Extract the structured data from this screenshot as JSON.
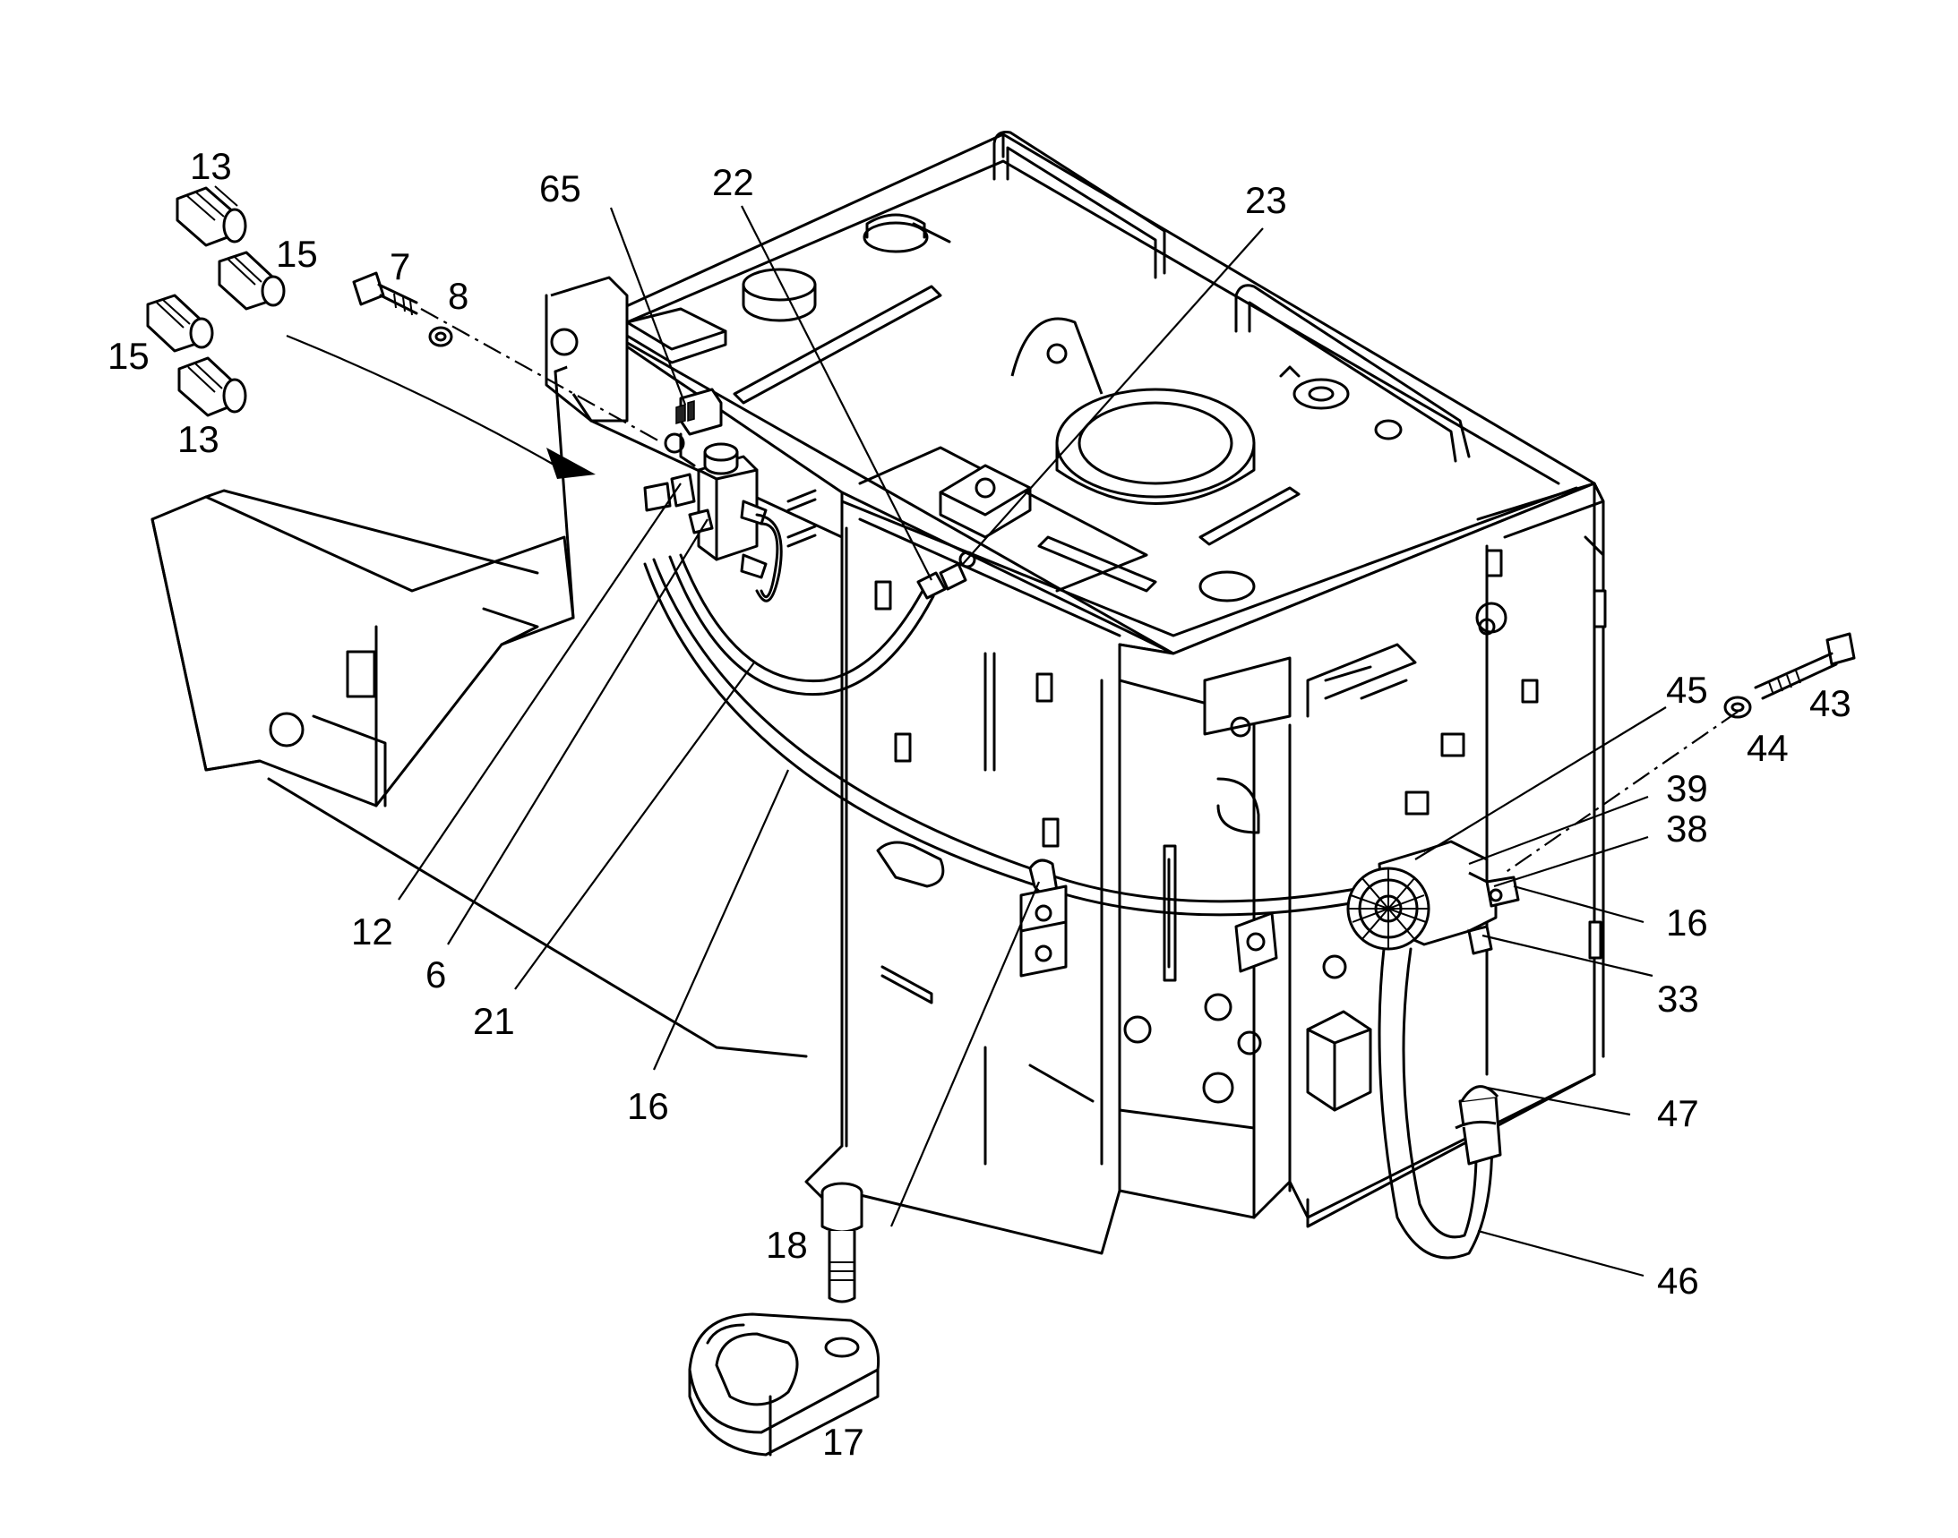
{
  "callouts": [
    {
      "id": "c13a",
      "name": "callout-13-top",
      "text": "13"
    },
    {
      "id": "c15a",
      "name": "callout-15-right",
      "text": "15"
    },
    {
      "id": "c15b",
      "name": "callout-15-left",
      "text": "15"
    },
    {
      "id": "c13b",
      "name": "callout-13-bottom",
      "text": "13"
    },
    {
      "id": "c7",
      "name": "callout-7",
      "text": "7"
    },
    {
      "id": "c8",
      "name": "callout-8",
      "text": "8"
    },
    {
      "id": "c65",
      "name": "callout-65",
      "text": "65"
    },
    {
      "id": "c22",
      "name": "callout-22",
      "text": "22"
    },
    {
      "id": "c23",
      "name": "callout-23",
      "text": "23"
    },
    {
      "id": "c12",
      "name": "callout-12",
      "text": "12"
    },
    {
      "id": "c6",
      "name": "callout-6",
      "text": "6"
    },
    {
      "id": "c21",
      "name": "callout-21",
      "text": "21"
    },
    {
      "id": "c16a",
      "name": "callout-16-hose",
      "text": "16"
    },
    {
      "id": "c18",
      "name": "callout-18",
      "text": "18"
    },
    {
      "id": "c17",
      "name": "callout-17",
      "text": "17"
    },
    {
      "id": "c45",
      "name": "callout-45",
      "text": "45"
    },
    {
      "id": "c43",
      "name": "callout-43",
      "text": "43"
    },
    {
      "id": "c44",
      "name": "callout-44",
      "text": "44"
    },
    {
      "id": "c39",
      "name": "callout-39",
      "text": "39"
    },
    {
      "id": "c38",
      "name": "callout-38",
      "text": "38"
    },
    {
      "id": "c16b",
      "name": "callout-16-pump",
      "text": "16"
    },
    {
      "id": "c33",
      "name": "callout-33",
      "text": "33"
    },
    {
      "id": "c47",
      "name": "callout-47",
      "text": "47"
    },
    {
      "id": "c46",
      "name": "callout-46",
      "text": "46"
    }
  ]
}
